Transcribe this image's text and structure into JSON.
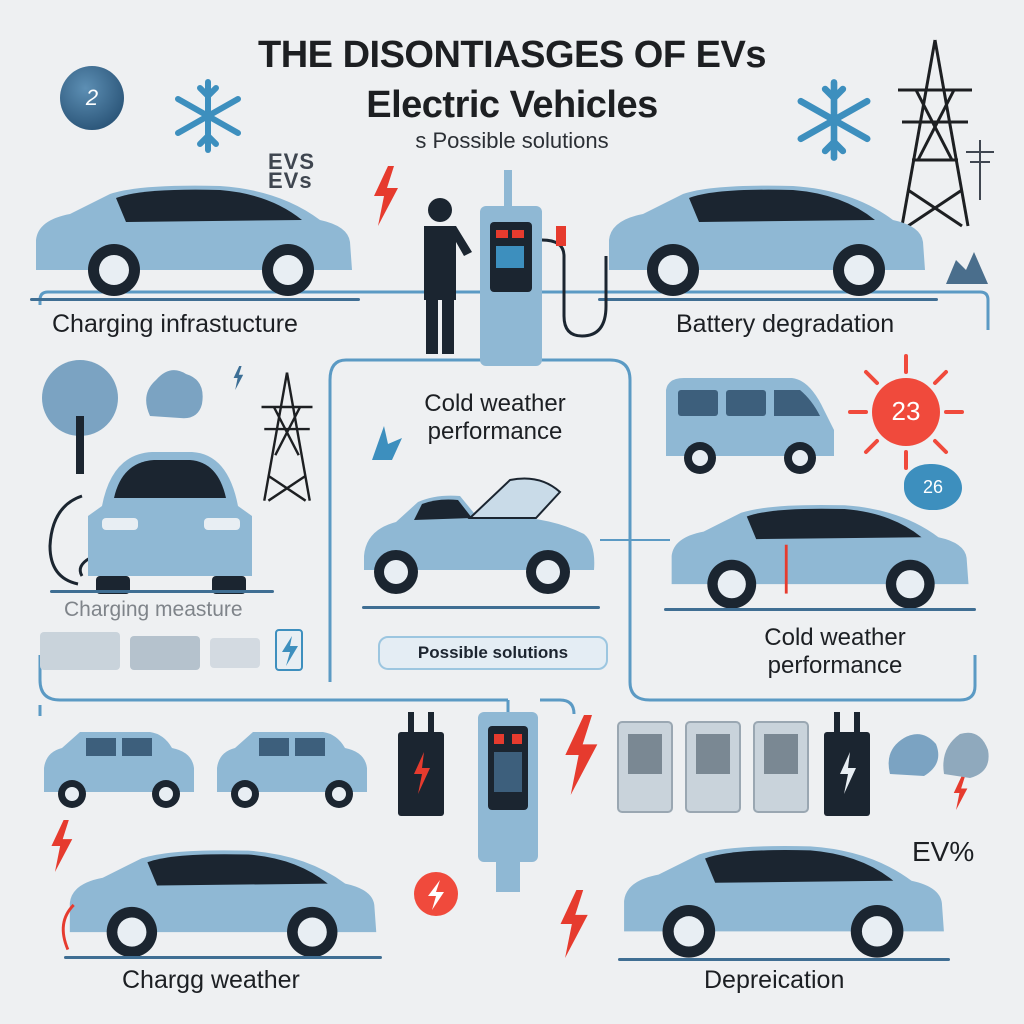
{
  "header": {
    "title_line1": "THE DISONTIASGES OF EVs",
    "title_line2": "Electric Vehicles",
    "subtitle": "s Possible solutions",
    "ev_mark_line1": "EVS",
    "ev_mark_line2": "EVs"
  },
  "badges": {
    "top_left": "2",
    "sun_value": "23",
    "small_value": "26"
  },
  "labels": {
    "charging_infrastructure": "Charging infrastucture",
    "battery_degradation": "Battery degradation",
    "cold_weather_center_line1": "Cold weather",
    "cold_weather_center_line2": "performance",
    "charging_measture": "Charging measture",
    "possible_solutions": "Possible solutions",
    "cold_weather_right_line1": "Cold weather",
    "cold_weather_right_line2": "performance",
    "ev_percent": "EV%",
    "charging_weather": "Chargg weather",
    "depreciation": "Depreication"
  },
  "colors": {
    "car_body": "#8fb8d4",
    "car_roof": "#1b2530",
    "connector_line": "#5b9ac4",
    "bolt_red": "#e63b2e",
    "snowflake_blue": "#3d8fbe",
    "sun_red": "#f04a3c",
    "dark_icon": "#222831"
  },
  "icons": [
    "snowflake-icon",
    "lightning-bolt-icon",
    "power-tower-icon",
    "charging-station-icon",
    "tree-icon",
    "sun-icon",
    "battery-icon",
    "person-icon"
  ]
}
